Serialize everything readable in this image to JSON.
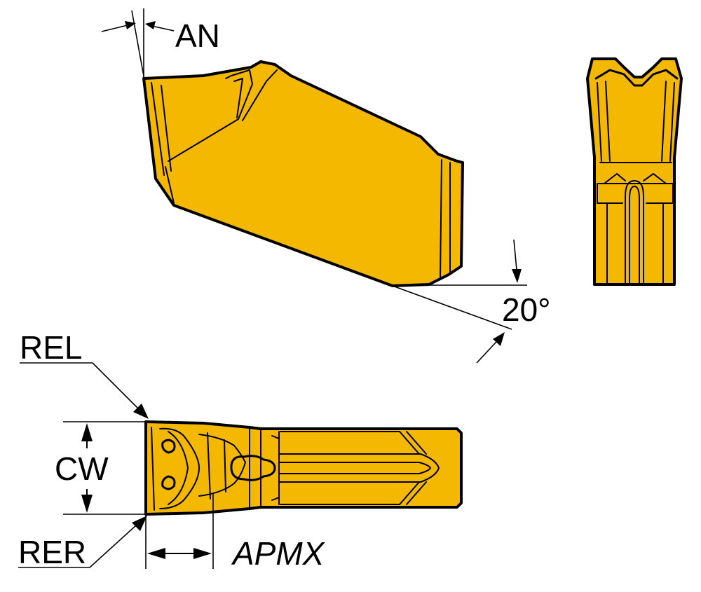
{
  "colors": {
    "insert_fill": "#F5B800",
    "outline": "#000000",
    "background": "#ffffff"
  },
  "labels": {
    "an": "AN",
    "angle": "20°",
    "rel": "REL",
    "cw": "CW",
    "rer": "RER",
    "apmx": "APMX"
  }
}
